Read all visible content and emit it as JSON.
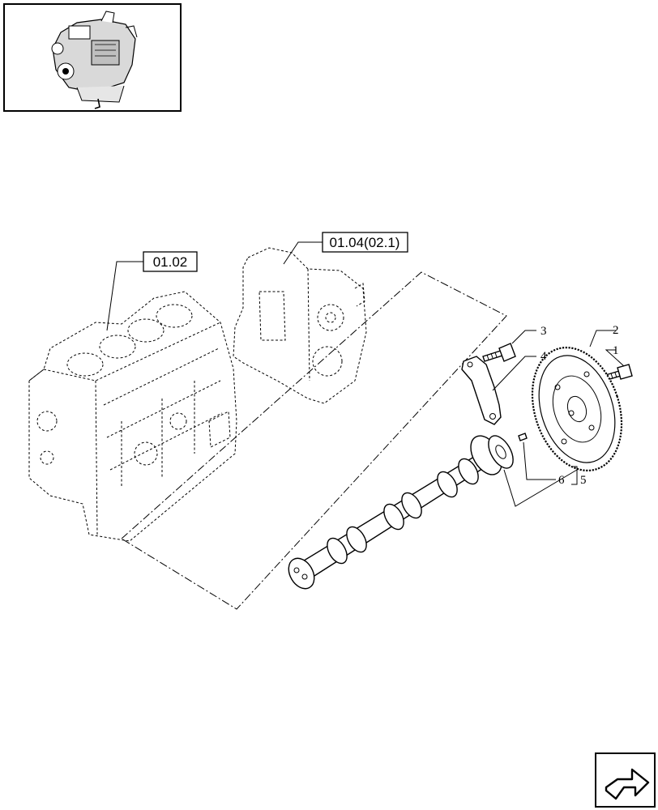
{
  "references": {
    "block": "01.02",
    "cover": "01.04(02.1)"
  },
  "callouts": {
    "p1": "1",
    "p2": "2",
    "p3": "3",
    "p4": "4",
    "p5": "5",
    "p6": "6"
  },
  "icons": {
    "thumbnail": "engine-thumbnail-icon",
    "next": "next-page-arrow-icon"
  }
}
